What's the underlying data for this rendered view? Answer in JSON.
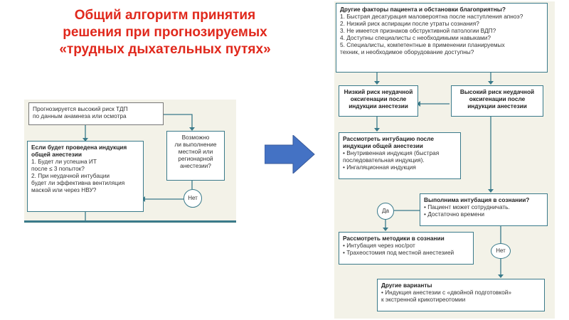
{
  "slide": {
    "title_lines": [
      "Общий алгоритм принятия",
      "решения при прогнозируемых",
      "«трудных дыхательных путях»"
    ],
    "arrow_color": "#4472c4",
    "title_color": "#e0281c",
    "box_border_color": "#3a7a8a"
  },
  "left": {
    "predict_box": [
      "Прогнозируется высокий риск ТДП",
      "по данным анамнеза или осмотра"
    ],
    "induction_box": {
      "header": [
        "Если будет проведена индукция",
        "общей анестезии"
      ],
      "items": [
        "1.  Будет ли успешна ИТ",
        "     после ≤ 3 попыток?",
        "2.  При неудачной интубации",
        "     будет ли эффективна вентиляция",
        "     маской или через НВУ?"
      ]
    },
    "regional_box": [
      "Возможно",
      "ли выполнение",
      "местной или",
      "регионарной",
      "анестезии?"
    ],
    "no_label": "Нет"
  },
  "right": {
    "factors_box": {
      "header": "Другие факторы пациента и обстановки благоприятны?",
      "items": [
        "1.  Быстрая десатурация маловероятна после наступления апноэ?",
        "2.  Низкий риск аспирации после утраты сознания?",
        "3.  Не имеется признаков обструктивной патологии ВДП?",
        "4.  Доступны специалисты с необходимыми навыками?",
        "5.  Специалисты, компетентные в применении планируемых",
        "     техник, и необходимое оборудование доступны?"
      ]
    },
    "low_risk_box": [
      "Низкий риск неудачной",
      "оксигенации после",
      "индукции анестезии"
    ],
    "high_risk_box": [
      "Высокий риск неудачной",
      "оксигенации после",
      "индукции анестезии"
    ],
    "consider_box": {
      "header": [
        "Рассмотреть интубацию после",
        "индукции общей анестезии"
      ],
      "items": [
        "•  Внутривенная индукция (быстрая",
        "    последовательная индукция).",
        "•  Ингаляционная индукция"
      ]
    },
    "awake_box": {
      "header": "Выполнима интубация в сознании?",
      "items": [
        "•  Пациент может сотрудничать.",
        "•  Достаточно времени"
      ]
    },
    "yes_label": "Да",
    "no_label": "Нет",
    "methods_box": {
      "header": "Рассмотреть методики в сознании",
      "items": [
        "•  Интубация через нос/рот",
        "•  Трахеостомия под местной анестезией"
      ]
    },
    "other_box": {
      "header": "Другие варианты",
      "items": [
        "•  Индукция анестезии с «двойной подготовкой»",
        "    к экстренной крикотиреотомии"
      ]
    }
  }
}
